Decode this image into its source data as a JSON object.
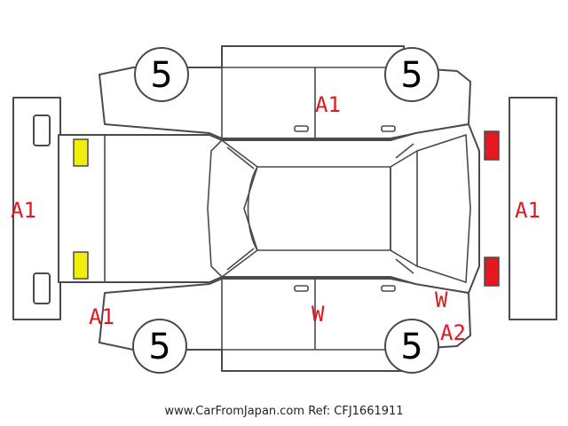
{
  "colors": {
    "mark": "#e0191e",
    "light_yellow": "#f2ee0b",
    "light_red": "#e3191f",
    "outline": "#4a4a4a"
  },
  "tires": {
    "front_left": "5",
    "front_right": "5",
    "rear_left": "5",
    "rear_right": "5"
  },
  "marks": {
    "rear_bumper": "A1",
    "rear_left_corner": "A1",
    "roof_right_side": "A1",
    "front_bumper": "A1",
    "left_side_door": "W",
    "front_left_fender": "W",
    "front_left_corner": "A2"
  },
  "footer": {
    "site": "www.CarFromJapan.com",
    "ref": "Ref: CFJ1661911"
  }
}
